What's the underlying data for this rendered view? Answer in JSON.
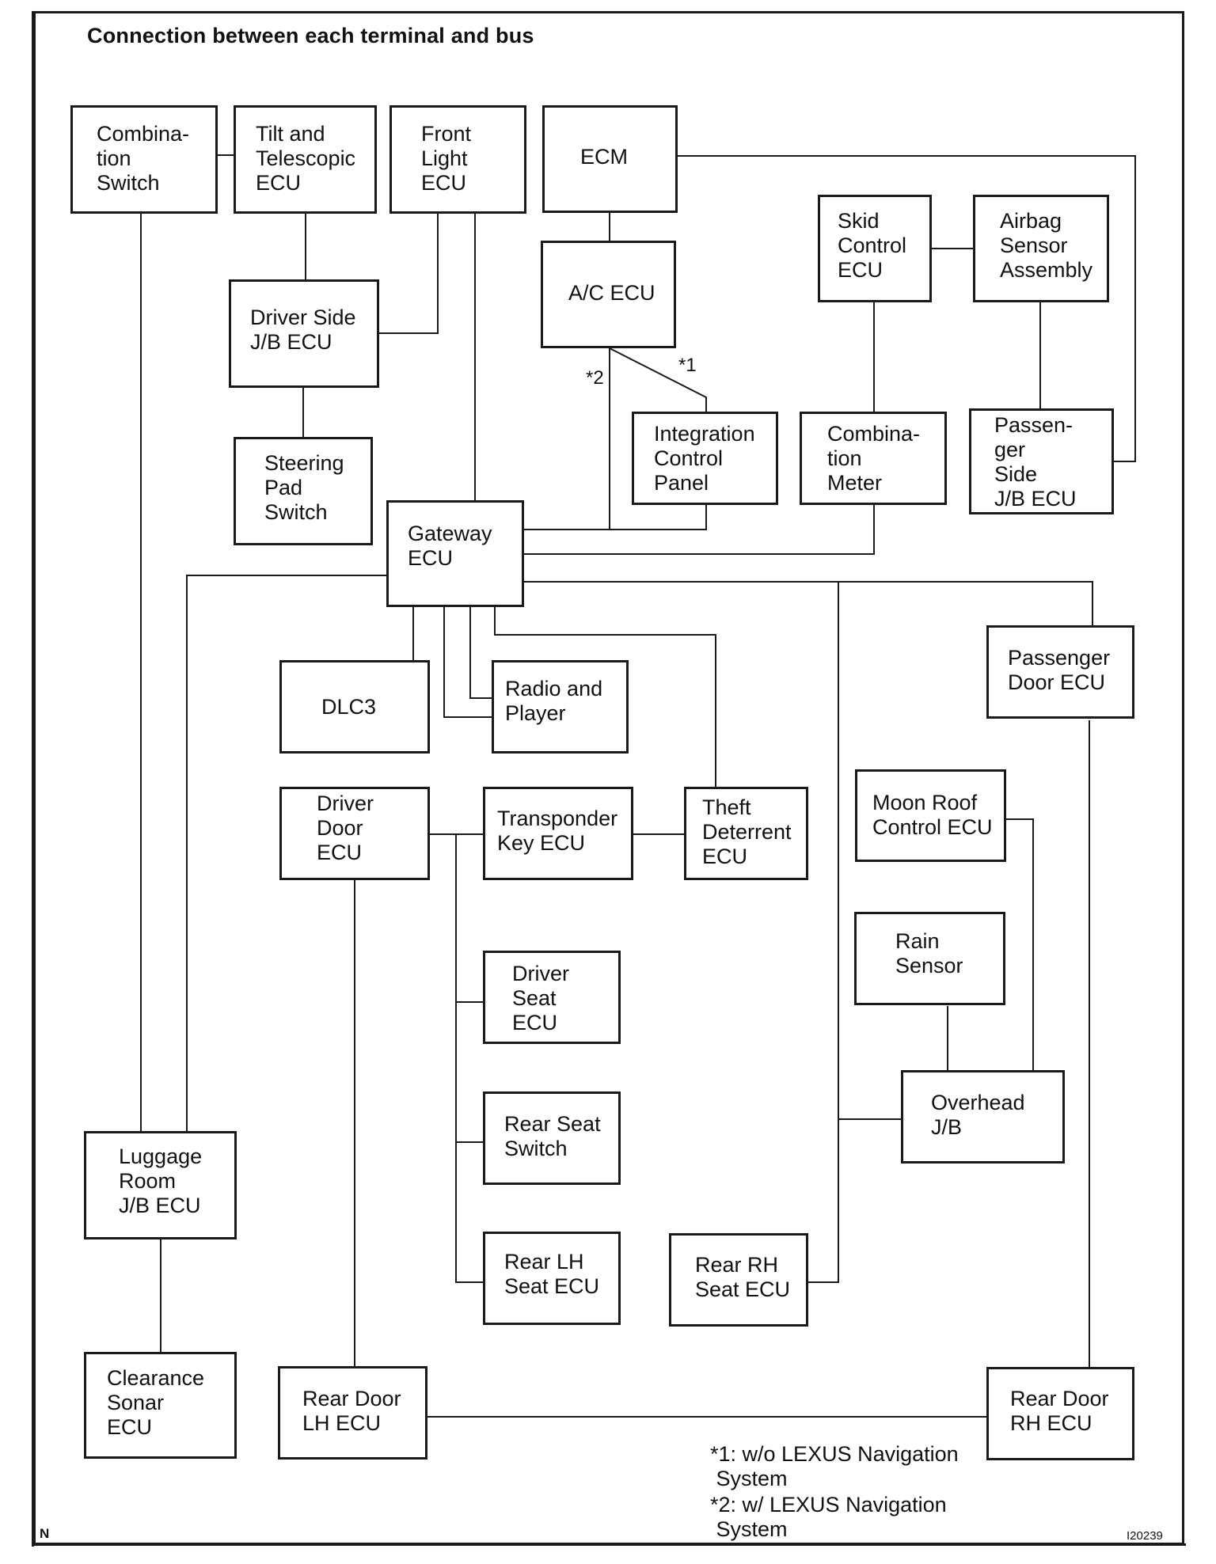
{
  "title": "Connection between each terminal and bus",
  "boxes": {
    "combination_switch": "Combina-\ntion\nSwitch",
    "tilt_telescopic_ecu": "Tilt and\nTelescopic\nECU",
    "front_light_ecu": "Front\nLight\nECU",
    "ecm": "ECM",
    "skid_control_ecu": "Skid\nControl\nECU",
    "airbag_sensor_assembly": "Airbag\nSensor\nAssembly",
    "ac_ecu": "A/C ECU",
    "driver_side_jb_ecu": "Driver Side\nJ/B ECU",
    "integration_control_panel": "Integration\nControl\nPanel",
    "combination_meter": "Combina-\ntion\nMeter",
    "passenger_side_jb_ecu": "Passen-\nger\nSide\nJ/B ECU",
    "steering_pad_switch": "Steering\nPad\nSwitch",
    "gateway_ecu": "Gateway\nECU",
    "passenger_door_ecu": "Passenger\nDoor ECU",
    "dlc3": "DLC3",
    "radio_and_player": "Radio and\nPlayer",
    "driver_door_ecu": "Driver\nDoor\nECU",
    "transponder_key_ecu": "Transponder\nKey ECU",
    "theft_deterrent_ecu": "Theft\nDeterrent\nECU",
    "moon_roof_control_ecu": "Moon Roof\nControl ECU",
    "rain_sensor": "Rain\nSensor",
    "driver_seat_ecu": "Driver\nSeat\nECU",
    "overhead_jb": "Overhead\nJ/B",
    "rear_seat_switch": "Rear Seat\nSwitch",
    "luggage_room_jb_ecu": "Luggage\nRoom\nJ/B ECU",
    "rear_lh_seat_ecu": "Rear LH\nSeat ECU",
    "rear_rh_seat_ecu": "Rear RH\nSeat ECU",
    "clearance_sonar_ecu": "Clearance\nSonar\nECU",
    "rear_door_lh_ecu": "Rear Door\nLH ECU",
    "rear_door_rh_ecu": "Rear Door\nRH ECU"
  },
  "tags": {
    "star1": "*1",
    "star2": "*2"
  },
  "notes": {
    "note1": "*1: w/o LEXUS Navigation\n System",
    "note2": "*2: w/ LEXUS Navigation\n System"
  },
  "corner_left": "N",
  "corner_right": "I20239"
}
